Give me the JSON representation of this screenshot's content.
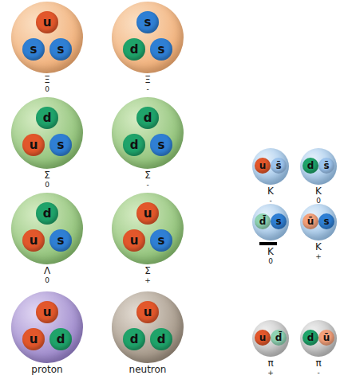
{
  "diagram": {
    "nodes": [
      {
        "text": [
          "Ξ",
          "0"
        ]
      },
      {
        "text": [
          "u"
        ],
        "in": 0
      },
      {
        "text": [
          "s"
        ],
        "in": 0
      },
      {
        "text": [
          "s"
        ],
        "in": 0
      },
      {
        "text": [
          "Ξ",
          "-"
        ]
      },
      {
        "text": [
          "s"
        ],
        "in": 4
      },
      {
        "text": [
          "d"
        ],
        "in": 4
      },
      {
        "text": [
          "s"
        ],
        "in": 4
      },
      {
        "text": [
          "Σ",
          "0"
        ]
      },
      {
        "text": [
          "d"
        ],
        "in": 8
      },
      {
        "text": [
          "u"
        ],
        "in": 8
      },
      {
        "text": [
          "s"
        ],
        "in": 8
      },
      {
        "text": [
          "Σ",
          "-"
        ]
      },
      {
        "text": [
          "d"
        ],
        "in": 12
      },
      {
        "text": [
          "d"
        ],
        "in": 12
      },
      {
        "text": [
          "s"
        ],
        "in": 12
      },
      {
        "text": [
          "K",
          "-"
        ]
      },
      {
        "text": [
          "u"
        ],
        "in": 16
      },
      {
        "text": [
          "s̄"
        ],
        "in": 16
      },
      {
        "text": [
          "K",
          "0"
        ]
      },
      {
        "text": [
          "d"
        ],
        "in": 19
      },
      {
        "text": [
          "s̄"
        ],
        "in": 19
      },
      {
        "text": [
          "Λ",
          "0"
        ]
      },
      {
        "text": [
          "d"
        ],
        "in": 22
      },
      {
        "text": [
          "u"
        ],
        "in": 22
      },
      {
        "text": [
          "s"
        ],
        "in": 22
      },
      {
        "text": [
          "Σ",
          "+"
        ]
      },
      {
        "text": [
          "u"
        ],
        "in": 26
      },
      {
        "text": [
          "u"
        ],
        "in": 26
      },
      {
        "text": [
          "s"
        ],
        "in": 26
      },
      {
        "text": [
          "K",
          "0"
        ]
      },
      {
        "text": [
          "d̄"
        ],
        "in": 30
      },
      {
        "text": [
          "s"
        ],
        "in": 30
      },
      {
        "text": [
          "K",
          "+"
        ]
      },
      {
        "text": [
          "ū"
        ],
        "in": 33
      },
      {
        "text": [
          "s"
        ],
        "in": 33
      },
      {
        "text": [
          "proton"
        ]
      },
      {
        "text": [
          "u"
        ],
        "in": 36
      },
      {
        "text": [
          "u"
        ],
        "in": 36
      },
      {
        "text": [
          "d"
        ],
        "in": 36
      },
      {
        "text": [
          "neutron"
        ]
      },
      {
        "text": [
          "u"
        ],
        "in": 40
      },
      {
        "text": [
          "d"
        ],
        "in": 40
      },
      {
        "text": [
          "d"
        ],
        "in": 40
      },
      {
        "text": [
          "π",
          "+"
        ]
      },
      {
        "text": [
          "u"
        ],
        "in": 44
      },
      {
        "text": [
          "d̄"
        ],
        "in": 44
      },
      {
        "text": [
          "π",
          "-"
        ]
      },
      {
        "text": [
          "d"
        ],
        "in": 47
      },
      {
        "text": [
          "ū"
        ],
        "in": 47
      }
    ]
  }
}
